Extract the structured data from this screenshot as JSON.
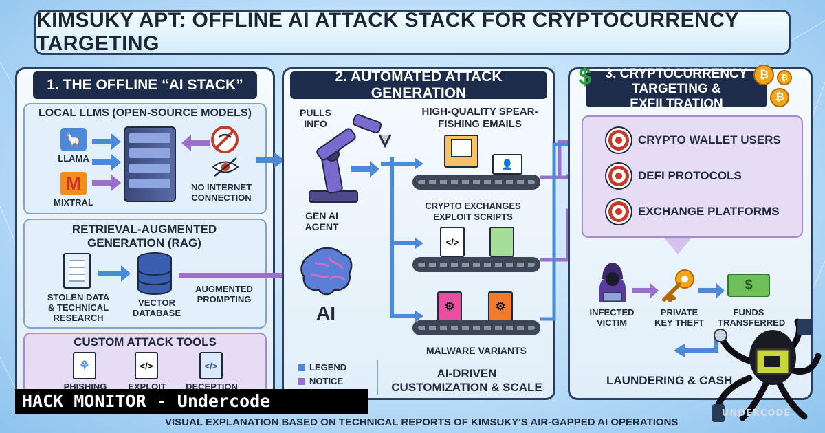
{
  "title": "KIMSUKY APT: OFFLINE AI ATTACK STACK FOR CRYPTOCURRENCY TARGETING",
  "panel1": {
    "header": "1. THE OFFLINE “AI STACK”",
    "llms": {
      "title": "LOCAL LLMS (OPEN-SOURCE MODELS)",
      "llama": "LLAMA",
      "mixtral": "MIXTRAL",
      "no_internet": "NO INTERNET CONNECTION"
    },
    "rag": {
      "title": "RETRIEVAL-AUGMENTED GENERATION (RAG)",
      "stolen": "STOLEN DATA & TECHNICAL RESEARCH",
      "vector": "VECTOR DATABASE",
      "augmented": "AUGMENTED PROMPTING"
    },
    "tools": {
      "title": "CUSTOM ATTACK TOOLS",
      "phishing": "PHISHING",
      "exploit": "EXPLOIT",
      "deception": "DECEPTION"
    }
  },
  "panel2": {
    "header": "2. AUTOMATED ATTACK GENERATION",
    "pulls_info": "PULLS INFO",
    "gen_ai_agent": "GEN AI AGENT",
    "ai": "AI",
    "emails": "HIGH-QUALITY SPEAR-FISHING EMAILS",
    "scripts": "CRYPTO EXCHANGES EXPLOIT SCRIPTS",
    "malware": "MALWARE VARIANTS",
    "legend": "LEGEND",
    "notice": "NOTICE",
    "customization": "AI-DRIVEN CUSTOMIZATION & SCALE"
  },
  "panel3": {
    "header": "3. CRYPTOCURRENCY TARGETING & EXFILTRATION",
    "targets": [
      "CRYPTO WALLET USERS",
      "DEFI PROTOCOLS",
      "EXCHANGE PLATFORMS"
    ],
    "victim": "INFECTED VICTIM",
    "key": "PRIVATE KEY THEFT",
    "funds": "FUNDS TRANSFERRED",
    "laundering": "LAUNDERING & CASH"
  },
  "footer": {
    "caption": "VISUAL EXPLANATION BASED ON TECHNICAL REPORTS OF KIMSUKY'S AIR-GAPPED AI OPERATIONS",
    "banner": "HACK MONITOR - Undercode",
    "logo_text": "UNDERCODE"
  },
  "colors": {
    "navy": "#1c2c4a",
    "arrow_blue": "#4a8ad8",
    "arrow_purple": "#9b6fd0",
    "target_red": "#c93a2b",
    "coin_gold": "#f2a51b"
  }
}
